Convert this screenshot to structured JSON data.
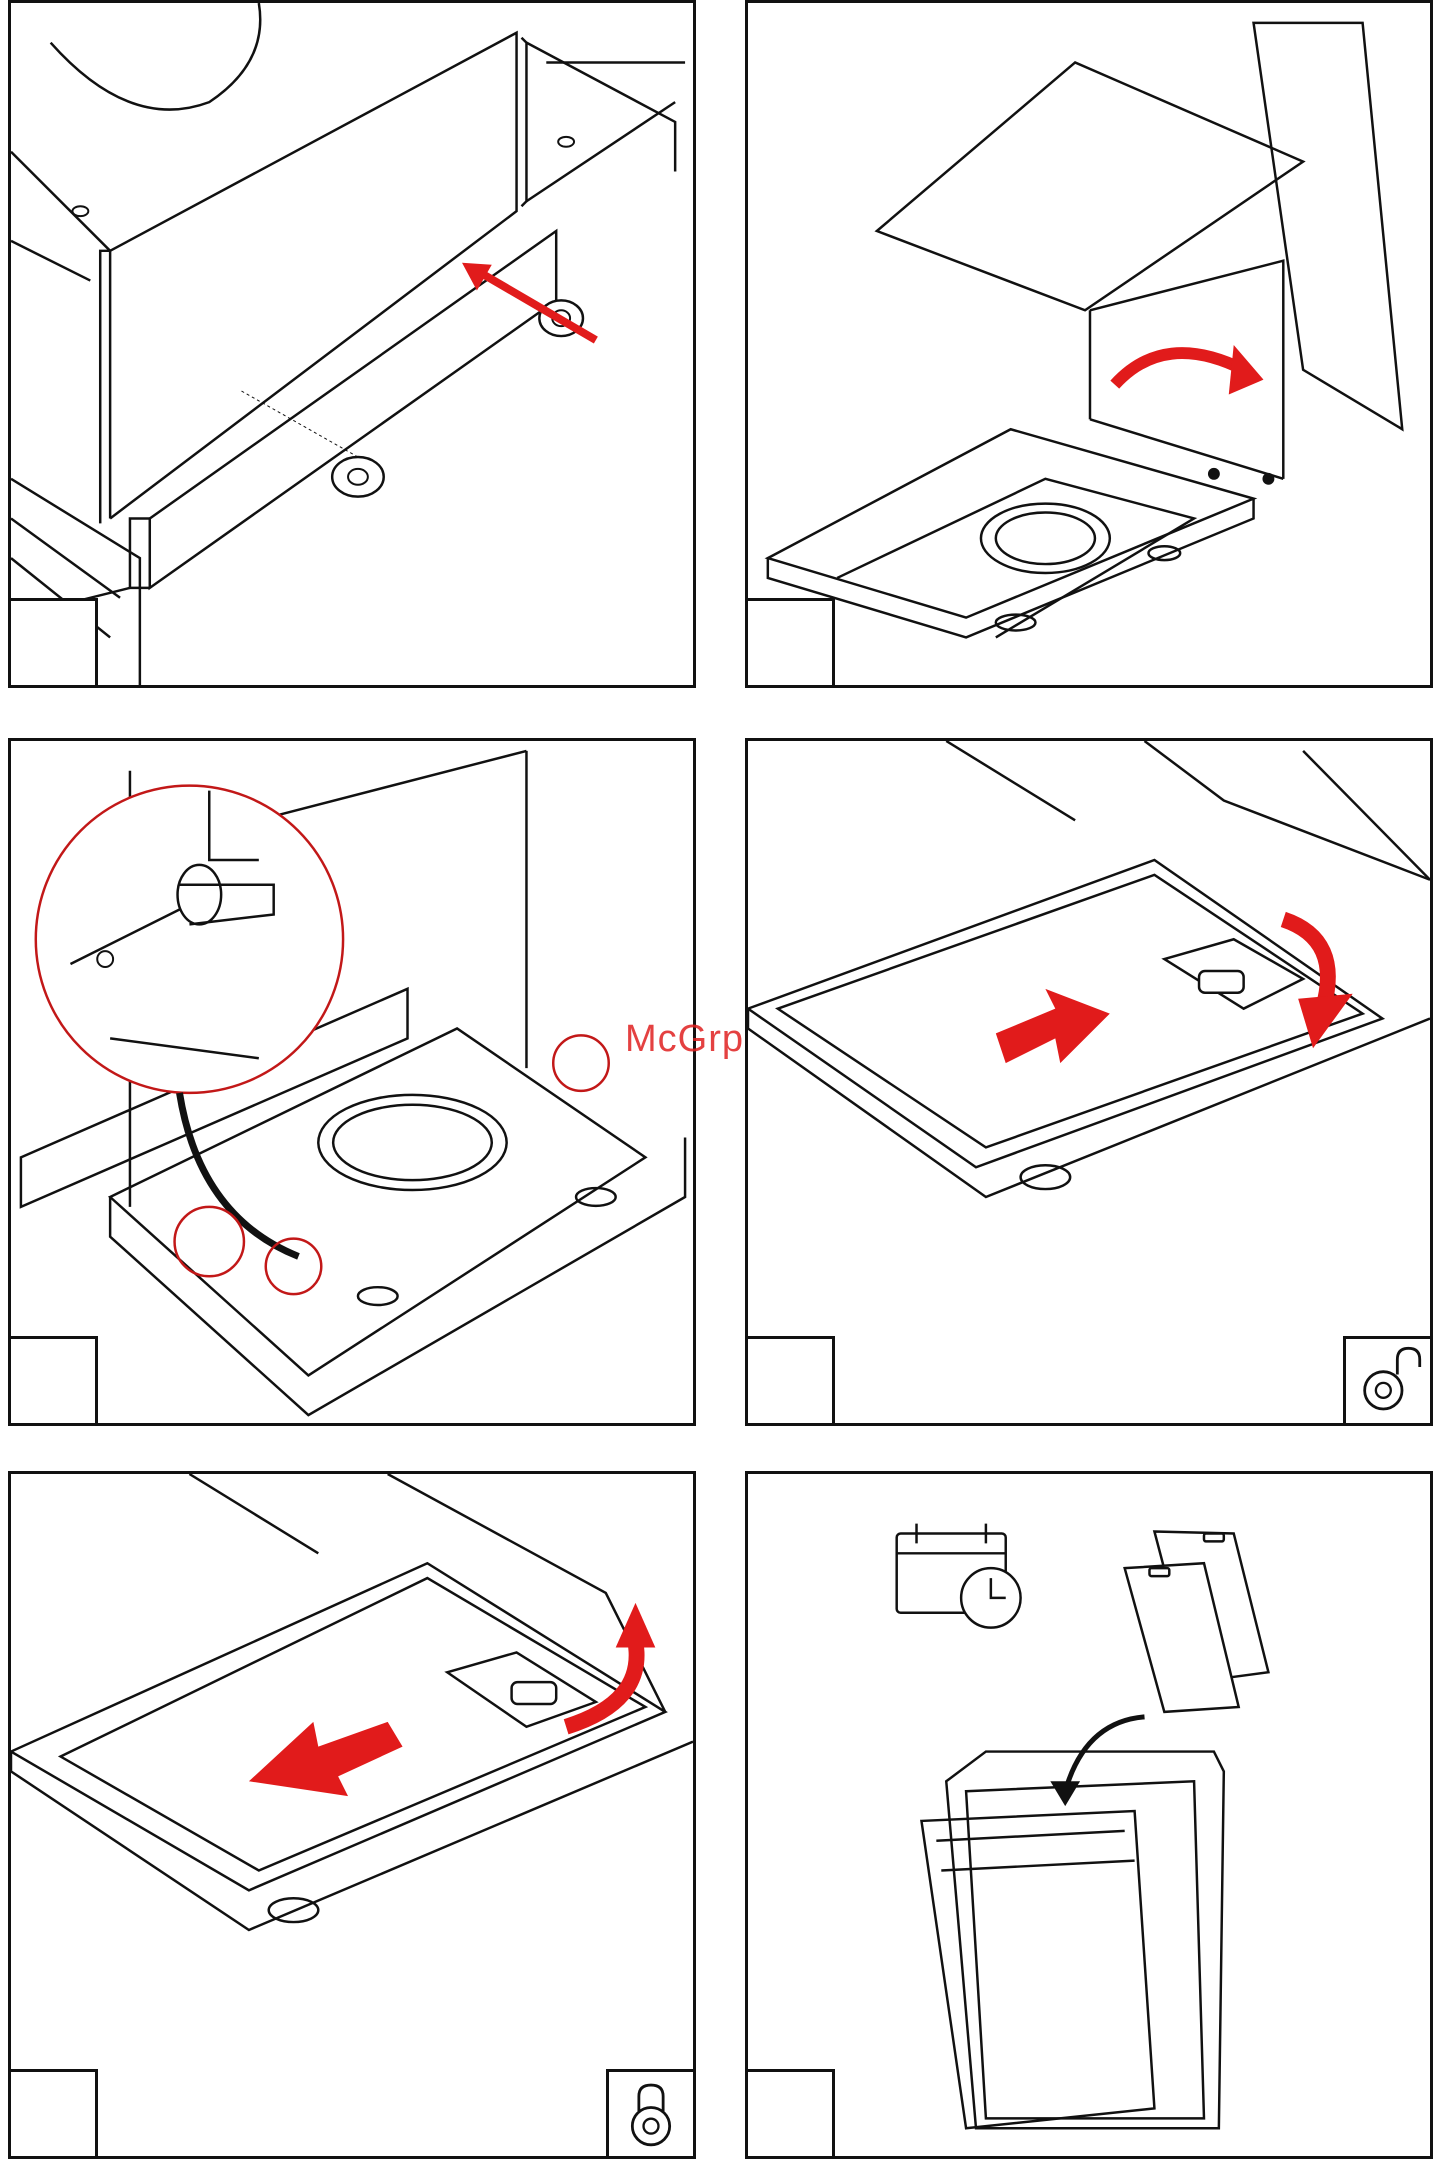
{
  "watermark": "McGrp.Ru",
  "colors": {
    "arrow": "#e11b1b",
    "stroke": "#111111"
  },
  "panels": [
    {
      "id": "p1",
      "icons": [
        "screw-arrow"
      ]
    },
    {
      "id": "p2",
      "icons": [
        "rotate-arrow"
      ]
    },
    {
      "id": "p3",
      "icons": [
        "magnifier-detail"
      ]
    },
    {
      "id": "p4",
      "icons": [
        "slide-arrow",
        "rotate-arrow",
        "unlock-icon"
      ]
    },
    {
      "id": "p5",
      "icons": [
        "slide-arrow",
        "rotate-arrow",
        "lock-icon"
      ]
    },
    {
      "id": "p6",
      "icons": [
        "calendar-clock-icon",
        "dishwasher",
        "filter-panels"
      ]
    }
  ]
}
